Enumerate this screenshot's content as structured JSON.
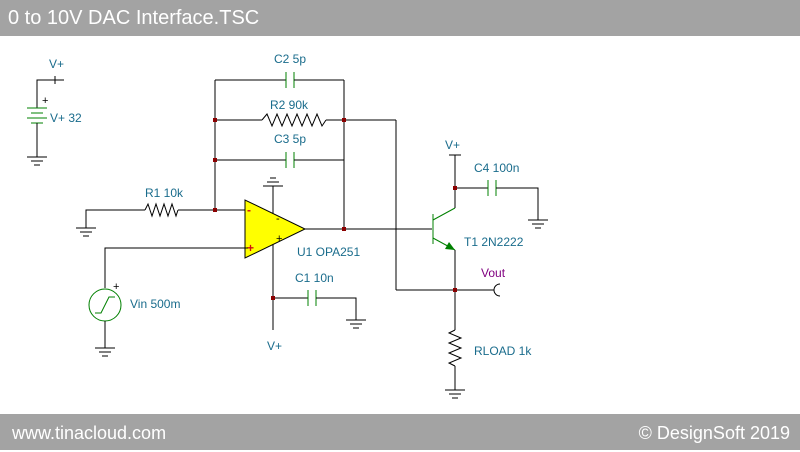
{
  "window": {
    "title": "0 to 10V DAC Interface.TSC"
  },
  "footer": {
    "left_text": "www.tinacloud.com",
    "right_text": "© DesignSoft 2019"
  },
  "components": {
    "power_source": {
      "terminal": "V+",
      "label": "V+ 32",
      "plus_sign": "+"
    },
    "c2": {
      "label": "C2 5p"
    },
    "r2": {
      "label": "R2 90k"
    },
    "c3": {
      "label": "C3 5p"
    },
    "r1": {
      "label": "R1 10k"
    },
    "u1": {
      "label": "U1 OPA251",
      "minus_input": "-",
      "plus_input": "+",
      "plus_supply": "+",
      "minus_supply": "-"
    },
    "c1": {
      "label": "C1 10n"
    },
    "vin": {
      "label": "Vin 500m",
      "plus_sign": "+"
    },
    "t1": {
      "label": "T1 2N2222"
    },
    "c4": {
      "label": "C4 100n"
    },
    "rload": {
      "label": "RLOAD 1k"
    },
    "vplus_t1": {
      "label": "V+"
    },
    "vplus_u1": {
      "label": "V+"
    },
    "vout": {
      "label": "Vout"
    }
  },
  "colors": {
    "bar": "#a3a3a3",
    "label": "#1a6c8c",
    "opamp_fill": "#ffff00",
    "wire": "#000000",
    "node": "#8b0000",
    "vout": "#800080"
  }
}
